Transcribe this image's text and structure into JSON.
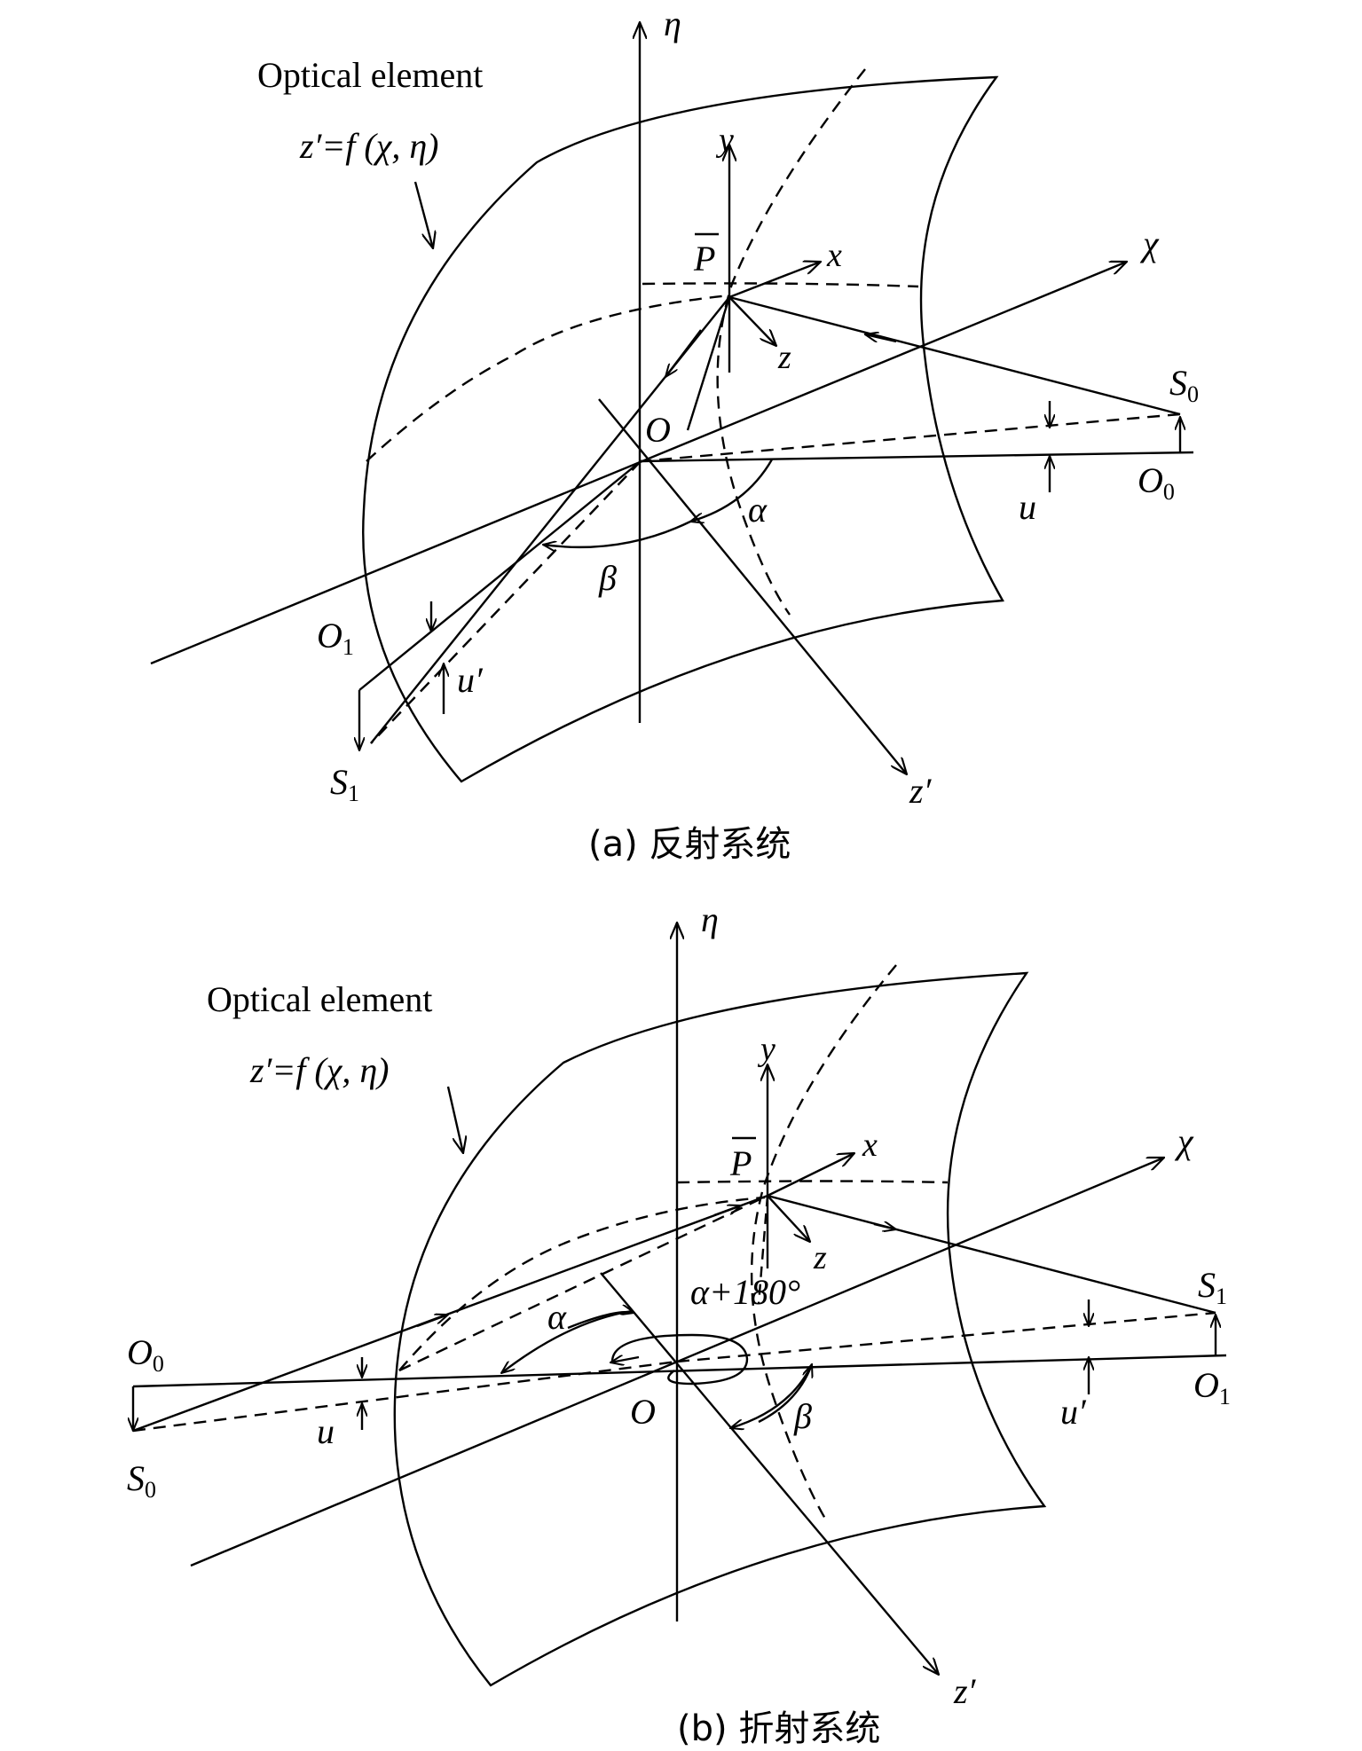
{
  "panel_a": {
    "title_line1": "Optical element",
    "title_line2": "z′=f (χ, η)",
    "labels": {
      "eta": "η",
      "chi": "χ",
      "y": "y",
      "x": "x",
      "z": "z",
      "z_prime": "z′",
      "P": "P",
      "O": "O",
      "O0": "O",
      "O0_sub": "0",
      "S0": "S",
      "S0_sub": "0",
      "O1": "O",
      "O1_sub": "1",
      "S1": "S",
      "S1_sub": "1",
      "alpha": "α",
      "beta": "β",
      "u": "u",
      "u_prime": "u′"
    },
    "caption": "(a) 反射系统"
  },
  "panel_b": {
    "title_line1": "Optical element",
    "title_line2": "z′=f (χ, η)",
    "labels": {
      "eta": "η",
      "chi": "χ",
      "y": "y",
      "x": "x",
      "z": "z",
      "z_prime": "z′",
      "P": "P",
      "O": "O",
      "O0": "O",
      "O0_sub": "0",
      "S0": "S",
      "S0_sub": "0",
      "O1": "O",
      "O1_sub": "1",
      "S1": "S",
      "S1_sub": "1",
      "alpha": "α",
      "alpha_180": "α+180°",
      "beta": "β",
      "u": "u",
      "u_prime": "u′"
    },
    "caption": "(b) 折射系统"
  }
}
